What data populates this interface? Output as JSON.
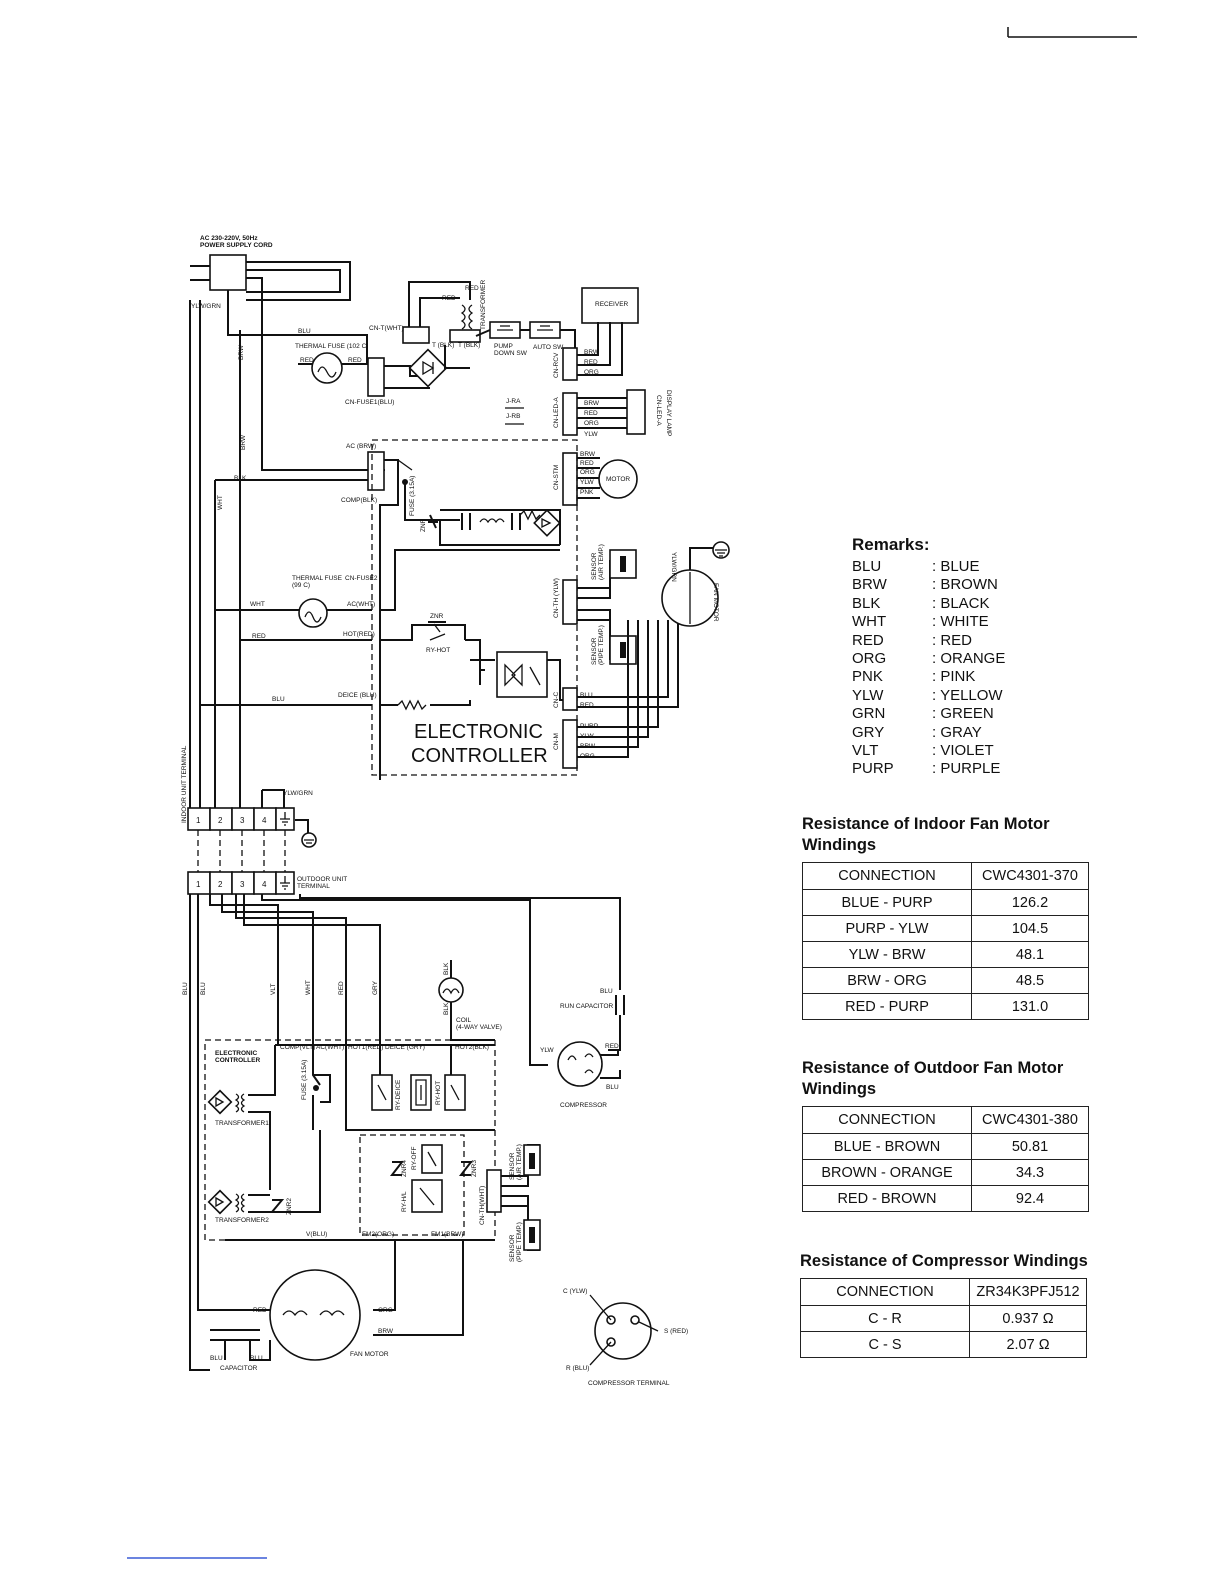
{
  "header_rule": true,
  "schematic": {
    "power_cord": "AC 230-220V, 50Hz\nPOWER SUPPLY CORD",
    "controller_title": "ELECTRONIC",
    "controller_title2": "CONTROLLER",
    "indoor_terminal": "INDOOR UNIT TERMINAL",
    "outdoor_terminal": "OUTDOOR UNIT\nTERMINAL",
    "terminal_numbers": [
      "1",
      "2",
      "3",
      "4"
    ],
    "labels": {
      "ylwgrn_top": "YLW/GRN",
      "blu_top": "BLU",
      "brw_top": "BRW",
      "brw_mid": "BRW",
      "blk": "BLK",
      "wht_left": "WHT",
      "thermal_fuse_102": "THERMAL FUSE (102 C)",
      "red_fuse": "RED",
      "red_fuse2": "RED",
      "cn_fuse1": "CN-FUSE1(BLU)",
      "cn_t": "CN-T(WHT)",
      "red_tr": "RED",
      "red_tr2": "RED",
      "transformer": "TRANSFORMER",
      "t_blk1": "T (BLK)",
      "t_blk2": "T (BLK)",
      "pump_down": "PUMP\nDOWN SW",
      "auto_sw": "AUTO SW",
      "receiver": "RECEIVER",
      "cn_rcv": "CN-RCV",
      "brw_rcv": "BRW",
      "red_rcv": "RED",
      "org_rcv": "ORG",
      "j_ra": "J-RA",
      "j_rb": "J-RB",
      "cn_led_a": "CN-LED-A",
      "display_lamp": "DISPLAY LAMP",
      "cn_led_a2": "CN-LED-A",
      "led_brw": "BRW",
      "led_red": "RED",
      "led_org": "ORG",
      "led_ylw": "YLW",
      "ac_brw": "AC (BRW)",
      "comp_blk": "COMP(BLK)",
      "fuse_315": "FUSE (3.15A)",
      "cn_stm": "CN-STM",
      "motor": "MOTOR",
      "stm_brw": "BRW",
      "stm_red": "RED",
      "stm_org": "ORG",
      "stm_ylw": "YLW",
      "stm_pnk": "PNK",
      "znr": "ZNR",
      "thermal_fuse_99": "THERMAL FUSE\n(99 C)",
      "cn_fuse2": "CN-FUSE2",
      "wht_fuse": "WHT",
      "ac_wht": "AC(WHT)",
      "znr2": "ZNR",
      "hot_red": "HOT(RED)",
      "red_hot": "RED",
      "ry_hot": "RY-HOT",
      "deice_blu": "DEICE (BLU)",
      "blu_deice": "BLU",
      "cn_th": "CN-TH (YLW)",
      "sensor_air": "SENSOR\n(AIR TEMP.)",
      "sensor_pipe": "SENSOR\n(PIPE TEMP.)",
      "cn_c": "CN-C",
      "cnc_blu": "BLU",
      "cnc_red": "RED",
      "cn_m": "CN-M",
      "cnm_purp": "PURP",
      "cnm_ylw": "YLW",
      "cnm_brw": "BRW",
      "cnm_org": "ORG",
      "ylw_grn_fan": "YLW/GRN",
      "fan_motor_in": "FAN MOTOR",
      "ylwgrn_term": "YLW/GRN",
      "w_blu1": "BLU",
      "w_blu2": "BLU",
      "w_vlt": "VLT",
      "w_wht": "WHT",
      "w_red": "RED",
      "w_gry": "GRY",
      "blk_coil1": "BLK",
      "blk_coil2": "BLK",
      "coil": "COIL\n(4-WAY VALVE)",
      "blu_cap": "BLU",
      "run_capacitor": "RUN CAPACITOR",
      "ylw_comp": "YLW",
      "red_comp": "RED",
      "blu_comp": "BLU",
      "compressor": "COMPRESSOR",
      "electronic_controller": "ELECTRONIC\nCONTROLLER",
      "comp_vlt": "COMP(VLT)",
      "ac_wht_out": "AC(WHT)",
      "hot1_red": "HOT1(RED)",
      "deice_gry": "DEICE (GRY)",
      "hot2_blk": "HOT2(BLK)",
      "transformer1": "TRANSFORMER1",
      "fuse_315_out": "FUSE (3.15A)",
      "ry_deice": "RY-DEICE",
      "ry_hot_out": "RY-HOT",
      "znr4": "ZNR4",
      "ry_off": "RY-OFF",
      "znr3": "ZNR3",
      "ry_hl": "RY-H/L",
      "cn_th_wht": "CN-TH(WHT)",
      "sensor_air_out": "SENSOR\n(AIR TEMP.)",
      "sensor_pipe_out": "SENSOR\n(PIPE TEMP.)",
      "transformer2": "TRANSFORMER2",
      "znr2_out": "ZNR2",
      "v_blu": "V(BLU)",
      "fm2_org": "FM2(ORG)",
      "fm1_brw": "FM1(BRW)",
      "red_fan": "RED",
      "org_fan": "ORG",
      "brw_fan": "BRW",
      "blu_fan1": "BLU",
      "blu_fan2": "BLU",
      "capacitor": "CAPACITOR",
      "fan_motor_out": "FAN MOTOR",
      "c_ylw": "C (YLW)",
      "s_red": "S (RED)",
      "r_blu": "R (BLU)",
      "compressor_terminal": "COMPRESSOR TERMINAL"
    }
  },
  "remarks": {
    "title": "Remarks:",
    "items": [
      {
        "code": "BLU",
        "desc": ": BLUE"
      },
      {
        "code": "BRW",
        "desc": ": BROWN"
      },
      {
        "code": "BLK",
        "desc": ": BLACK"
      },
      {
        "code": "WHT",
        "desc": ": WHITE"
      },
      {
        "code": "RED",
        "desc": ": RED"
      },
      {
        "code": "ORG",
        "desc": ": ORANGE"
      },
      {
        "code": "PNK",
        "desc": ": PINK"
      },
      {
        "code": "YLW",
        "desc": ": YELLOW"
      },
      {
        "code": "GRN",
        "desc": ": GREEN"
      },
      {
        "code": "GRY",
        "desc": ": GRAY"
      },
      {
        "code": "VLT",
        "desc": ": VIOLET"
      },
      {
        "code": "PURP",
        "desc": ": PURPLE"
      }
    ]
  },
  "tables": [
    {
      "title": "Resistance of Indoor Fan Motor Windings",
      "header": [
        "CONNECTION",
        "CWC4301-370"
      ],
      "rows": [
        [
          "BLUE - PURP",
          "126.2"
        ],
        [
          "PURP - YLW",
          "104.5"
        ],
        [
          "YLW - BRW",
          "48.1"
        ],
        [
          "BRW - ORG",
          "48.5"
        ],
        [
          "RED - PURP",
          "131.0"
        ]
      ]
    },
    {
      "title": "Resistance of Outdoor Fan Motor Windings",
      "header": [
        "CONNECTION",
        "CWC4301-380"
      ],
      "rows": [
        [
          "BLUE - BROWN",
          "50.81"
        ],
        [
          "BROWN - ORANGE",
          "34.3"
        ],
        [
          "RED - BROWN",
          "92.4"
        ]
      ]
    },
    {
      "title": "Resistance of Compressor Windings",
      "header": [
        "CONNECTION",
        "ZR34K3PFJ512"
      ],
      "rows": [
        [
          "C - R",
          "0.937 Ω"
        ],
        [
          "C - S",
          "2.07 Ω"
        ]
      ]
    }
  ]
}
